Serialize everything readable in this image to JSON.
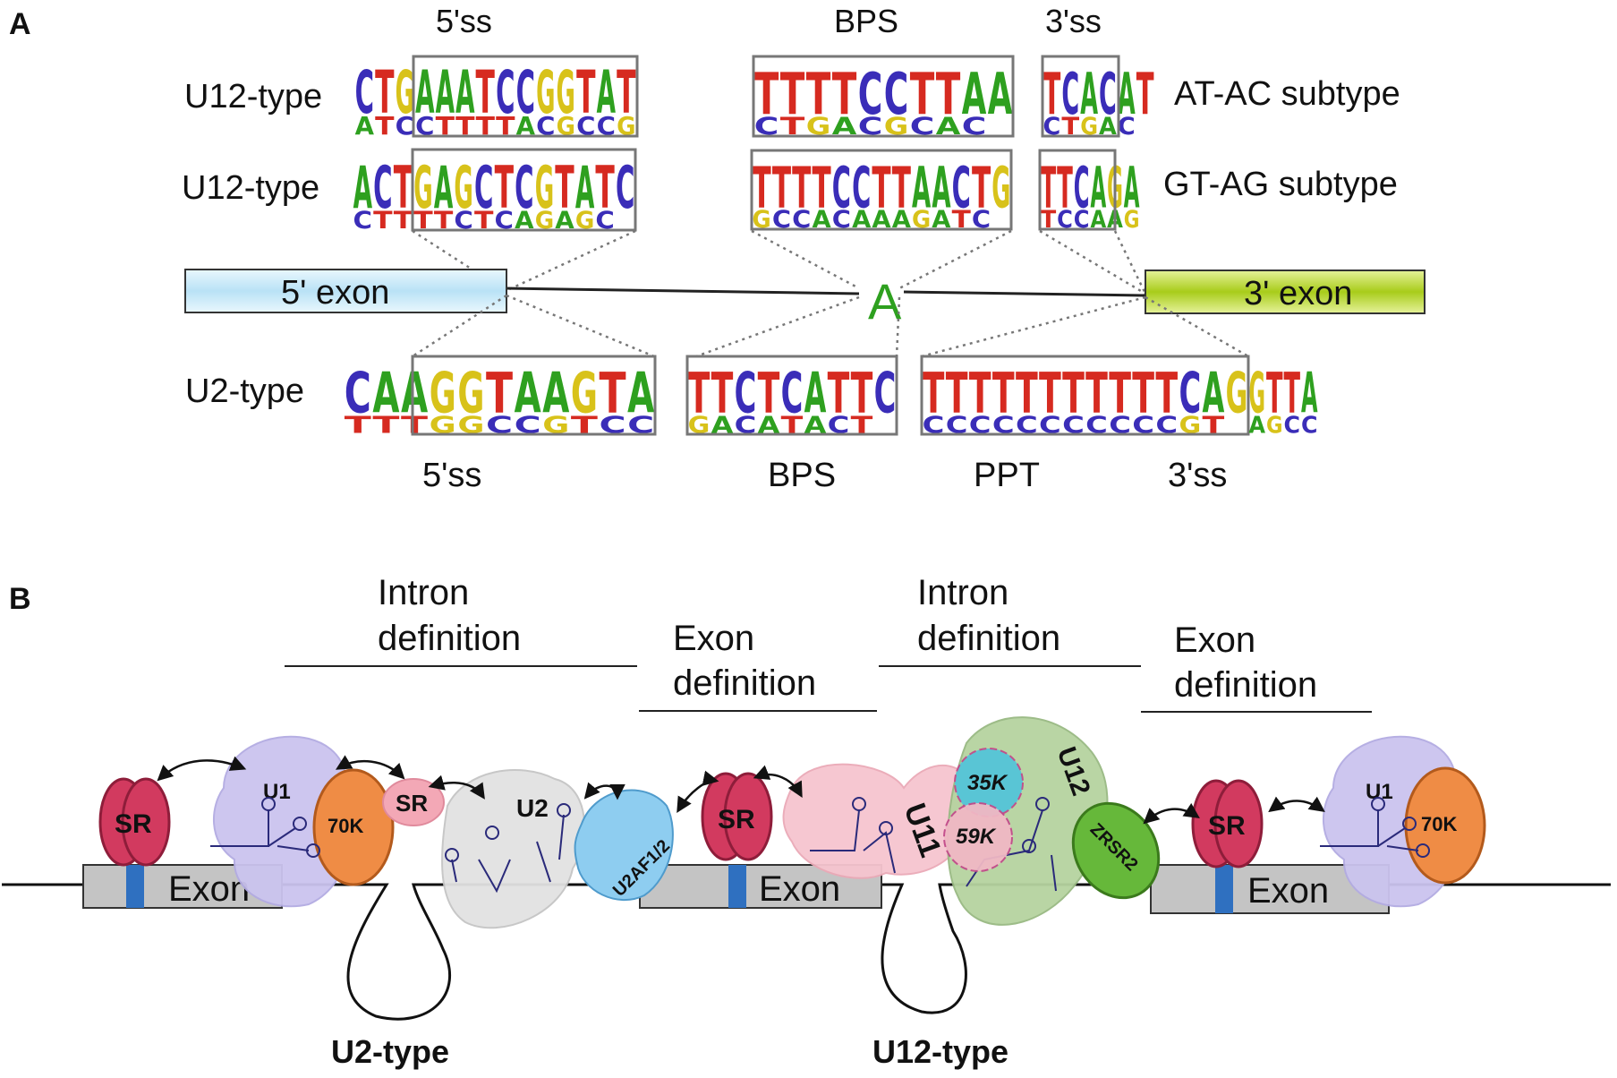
{
  "panel_a": {
    "label": "A",
    "top_headers": {
      "ss5": "5'ss",
      "bps": "BPS",
      "ss3": "3'ss"
    },
    "row1": {
      "type_label": "U12-type",
      "subtype": "AT-AC subtype",
      "ss5_logo": "CTGAAATCCGGTATATCCTTTTACGCCG",
      "bps_logo": "TTTTCCTTAACTGACGCAC",
      "ss3_logo": "TCACATCTGAC"
    },
    "row2": {
      "type_label": "U12-type",
      "subtype": "GT-AG subtype",
      "ss5_logo": "ACTGAGCTCGTATCCTTTTCTCAGAGC",
      "bps_logo": "TTTTCCTTAACTGGCCACAAAGATC",
      "ss3_logo": "TTCAGATCCAAG"
    },
    "gene": {
      "exon5": "5' exon",
      "branch_a": "A",
      "exon3": "3' exon",
      "exon5_color": "#bfe6f7",
      "exon3_color": "#b8d62a"
    },
    "u2_row": {
      "type_label": "U2-type",
      "ss5_logo": "CAAGGTAAGTATTTGGCCGTCC",
      "bps_logo": "TTCTCATTCGACATACT",
      "ppt_logo": "TTTTTTTTTTTCAGCCCCCCCCCCCGT",
      "ss3_logo": "GTTAAGCC"
    },
    "bottom_labels": {
      "ss5": "5'ss",
      "bps": "BPS",
      "ppt": "PPT",
      "ss3": "3'ss"
    }
  },
  "panel_b": {
    "label": "B",
    "headers": {
      "intron_def_1": [
        "Intron",
        "definition"
      ],
      "exon_def_1": [
        "Exon",
        "definition"
      ],
      "intron_def_2": [
        "Intron",
        "definition"
      ],
      "exon_def_2": [
        "Exon",
        "definition"
      ]
    },
    "exon_label": "Exon",
    "proteins": {
      "sr": "SR",
      "u1": "U1",
      "k70": "70K",
      "u2": "U2",
      "u2af": "U2AF1/2",
      "u11": "U11",
      "u12": "U12",
      "k35": "35K",
      "k59": "59K",
      "zrsr2": "ZRSR2"
    },
    "intron_types": {
      "u2": "U2-type",
      "u12": "U12-type"
    },
    "colors": {
      "sr": "#d23a5f",
      "u1": "#c9c3ee",
      "k70": "#ef8c45",
      "u2": "#e2e2e2",
      "u2af": "#8ecdf0",
      "u11": "#f6c5cf",
      "u12": "#b6d3a0",
      "k35": "#54c5d8",
      "k59": "#f0b8c4",
      "zrsr2": "#66b83a",
      "exon": "#c4c4c4",
      "exon_mark": "#2f70c0"
    }
  },
  "logo_colors": {
    "A": "#2ea01f",
    "C": "#3a2db8",
    "G": "#d8c21a",
    "T": "#d62a20"
  }
}
